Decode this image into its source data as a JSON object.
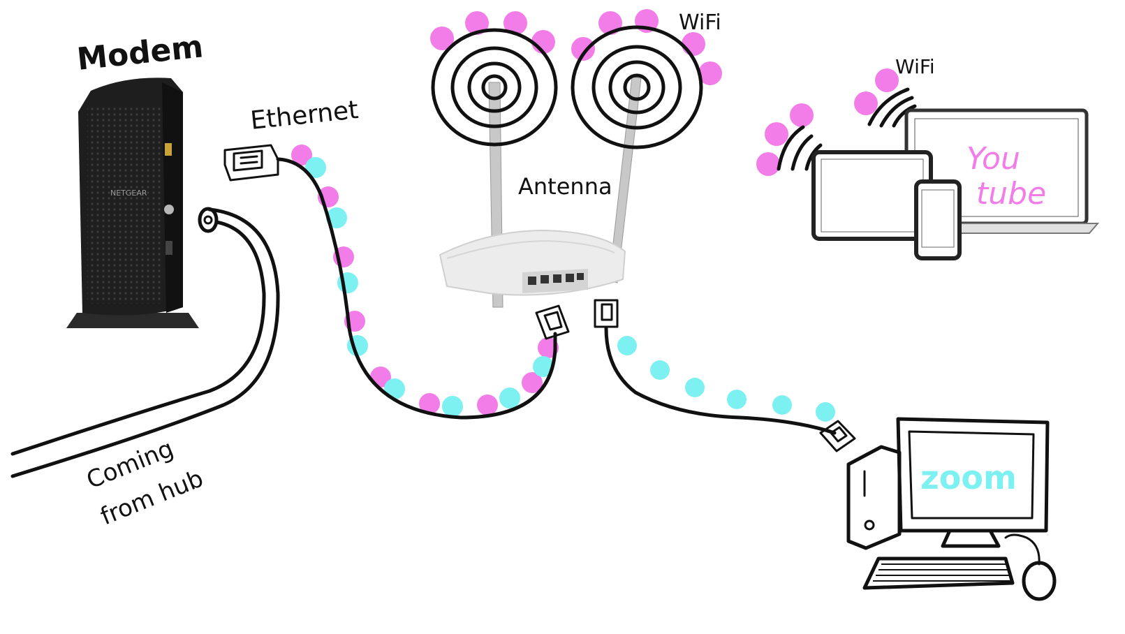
{
  "labels": {
    "modem": "Modem",
    "modem_brand": "NETGEAR",
    "ethernet": "Ethernet",
    "antenna": "Antenna",
    "wifi_router": "WiFi",
    "wifi_devices": "WiFi",
    "coming": "Coming",
    "from_hub": "from hub",
    "youtube_line1": "You",
    "youtube_line2": "tube",
    "zoom": "zoom"
  },
  "colors": {
    "ink": "#111111",
    "pink": "#f27de8",
    "cyan": "#7df1f1",
    "modem_body": "#1e1e1e",
    "router_body": "#e8e8e8",
    "antenna": "#c8c8c8"
  },
  "icons": [
    "modem-icon",
    "router-icon",
    "laptop-icon",
    "tablet-icon",
    "phone-icon",
    "desktop-computer-icon",
    "ethernet-plug-icon",
    "coax-cable-icon",
    "wifi-signal-icon"
  ]
}
